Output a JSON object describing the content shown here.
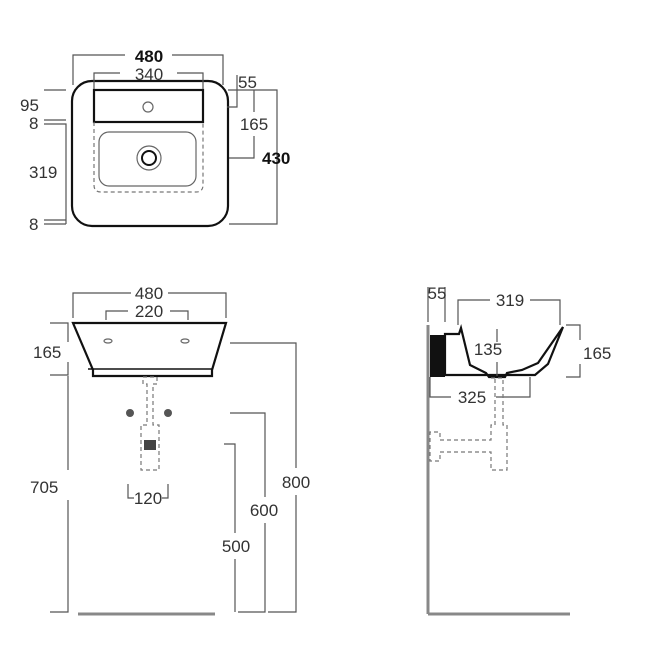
{
  "top_view": {
    "width": "480",
    "deck_width": "340",
    "overhang": "55",
    "depth_to_drain": "165",
    "depth": "430",
    "deck_depth": "95",
    "rim_top": "8",
    "bowl_depth": "319",
    "rim_bottom": "8"
  },
  "front_view": {
    "width": "480",
    "tap_spacing": "220",
    "height": "165",
    "rim_height": "705",
    "trap_width": "120",
    "h800": "800",
    "h600": "600",
    "h500": "500"
  },
  "side_view": {
    "wall_gap": "55",
    "bowl_length": "319",
    "height": "165",
    "bowl_depth": "135",
    "projection": "325"
  }
}
